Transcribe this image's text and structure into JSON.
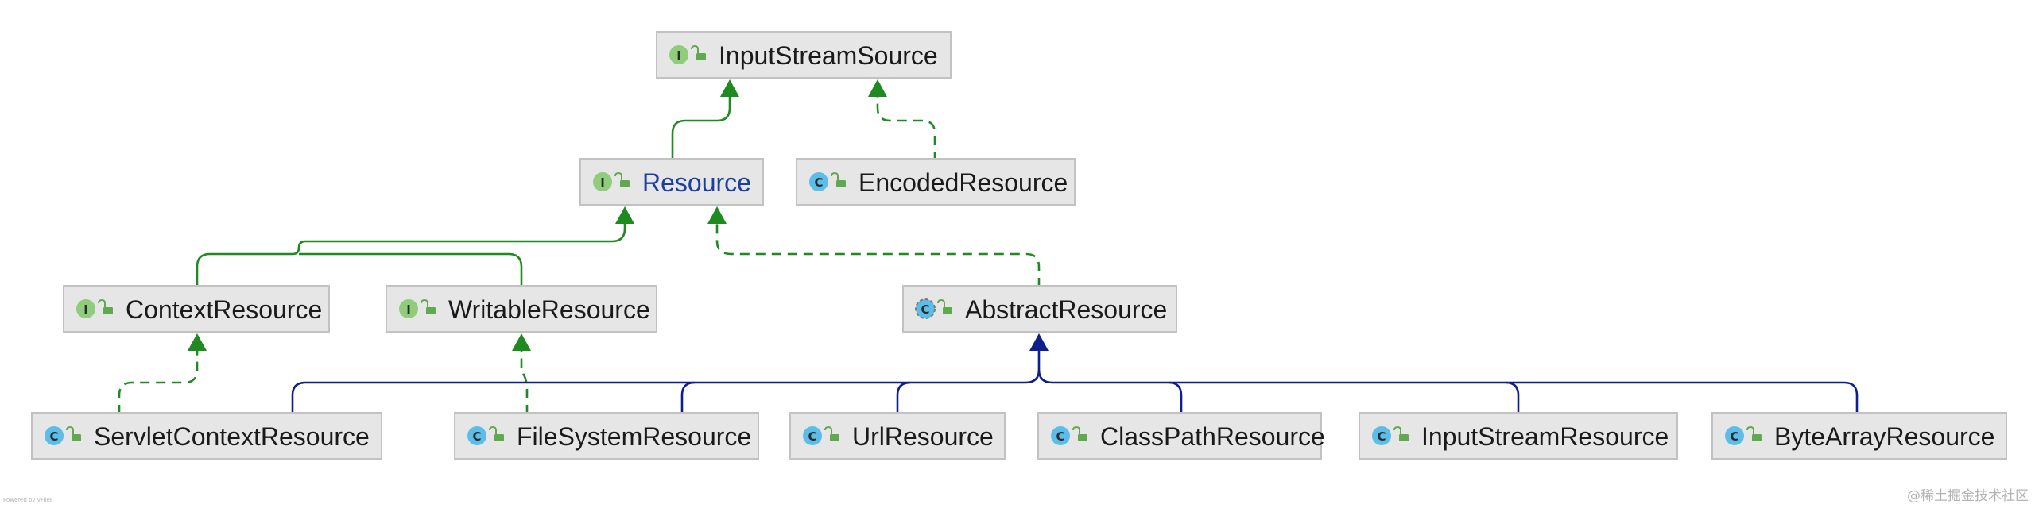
{
  "colors": {
    "interface_badge": "#8fcc7c",
    "class_badge": "#5bbde8",
    "extends_interface_edge": "#1f8a1f",
    "extends_class_edge": "#0d1f8c",
    "accent_label": "#1b3fa0",
    "node_fill": "#e6e6e6",
    "node_border": "#c2c2c2"
  },
  "nodes": [
    {
      "name": "InputStreamSource",
      "kind": "interface",
      "badge": "I"
    },
    {
      "name": "Resource",
      "kind": "interface",
      "badge": "I",
      "highlighted": true
    },
    {
      "name": "EncodedResource",
      "kind": "class",
      "badge": "C"
    },
    {
      "name": "ContextResource",
      "kind": "interface",
      "badge": "I"
    },
    {
      "name": "WritableResource",
      "kind": "interface",
      "badge": "I"
    },
    {
      "name": "AbstractResource",
      "kind": "abstract-class",
      "badge": "C"
    },
    {
      "name": "ServletContextResource",
      "kind": "class",
      "badge": "C"
    },
    {
      "name": "FileSystemResource",
      "kind": "class",
      "badge": "C"
    },
    {
      "name": "UrlResource",
      "kind": "class",
      "badge": "C"
    },
    {
      "name": "ClassPathResource",
      "kind": "class",
      "badge": "C"
    },
    {
      "name": "InputStreamResource",
      "kind": "class",
      "badge": "C"
    },
    {
      "name": "ByteArrayResource",
      "kind": "class",
      "badge": "C"
    }
  ],
  "edges": [
    {
      "from": "Resource",
      "to": "InputStreamSource",
      "type": "extends"
    },
    {
      "from": "EncodedResource",
      "to": "InputStreamSource",
      "type": "implements"
    },
    {
      "from": "ContextResource",
      "to": "Resource",
      "type": "extends"
    },
    {
      "from": "WritableResource",
      "to": "Resource",
      "type": "extends"
    },
    {
      "from": "AbstractResource",
      "to": "Resource",
      "type": "implements"
    },
    {
      "from": "ServletContextResource",
      "to": "ContextResource",
      "type": "implements"
    },
    {
      "from": "FileSystemResource",
      "to": "WritableResource",
      "type": "implements"
    },
    {
      "from": "ServletContextResource",
      "to": "AbstractResource",
      "type": "extends-class"
    },
    {
      "from": "FileSystemResource",
      "to": "AbstractResource",
      "type": "extends-class"
    },
    {
      "from": "UrlResource",
      "to": "AbstractResource",
      "type": "extends-class"
    },
    {
      "from": "ClassPathResource",
      "to": "AbstractResource",
      "type": "extends-class"
    },
    {
      "from": "InputStreamResource",
      "to": "AbstractResource",
      "type": "extends-class"
    },
    {
      "from": "ByteArrayResource",
      "to": "AbstractResource",
      "type": "extends-class"
    }
  ],
  "icons": {
    "visibility": "unlock-icon"
  },
  "footer": {
    "powered_by": "Powered by yFiles",
    "watermark": "@稀土掘金技术社区"
  }
}
